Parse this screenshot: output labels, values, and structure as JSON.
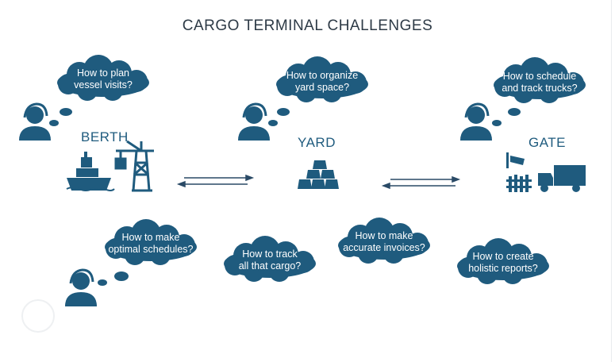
{
  "title": "CARGO TERMINAL CHALLENGES",
  "stations": {
    "berth": "BERTH",
    "yard": "YARD",
    "gate": "GATE"
  },
  "questions": {
    "berth": "How to plan\nvessel visits?",
    "yard": "How to organize\nyard space?",
    "gate": "How to schedule\nand track trucks?",
    "schedules": "How to make\noptimal schedules?",
    "track": "How to track\nall that cargo?",
    "invoices": "How to make\naccurate invoices?",
    "reports": "How to create\nholistic reports?"
  },
  "colors": {
    "primary": "#1f5b7e",
    "title": "#2d3a46",
    "arrow": "#2a4a66"
  }
}
